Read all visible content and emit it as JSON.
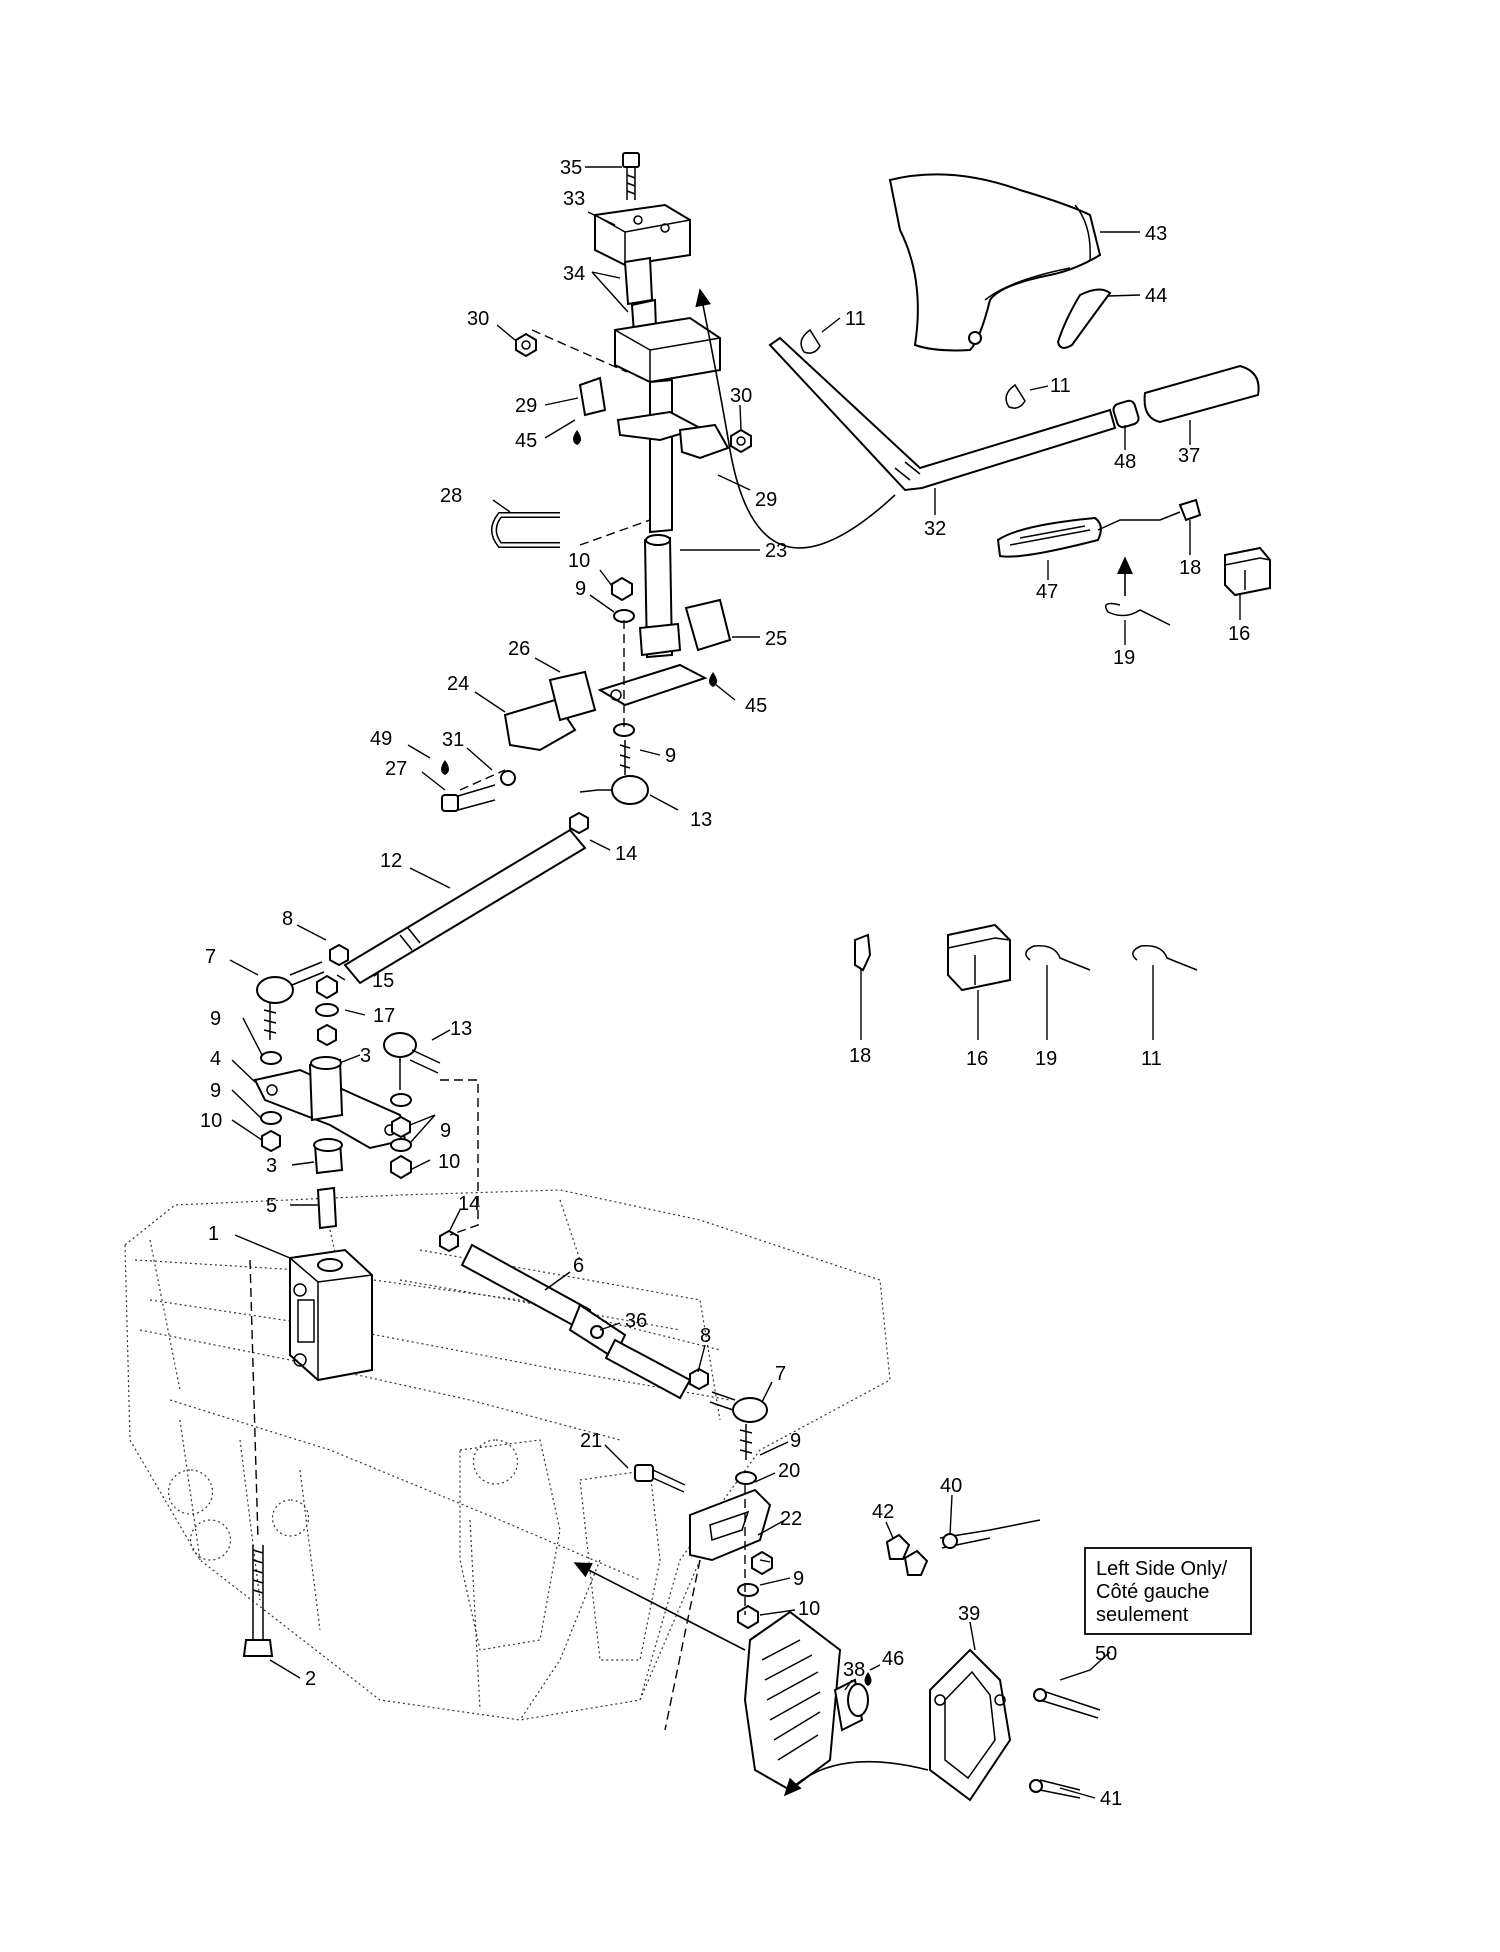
{
  "callouts": {
    "c35": "35",
    "c33": "33",
    "c34": "34",
    "c30a": "30",
    "c29a": "29",
    "c45a": "45",
    "c30b": "30",
    "c29b": "29",
    "c28": "28",
    "c23": "23",
    "c10a": "10",
    "c9a": "9",
    "c25": "25",
    "c26": "26",
    "c24": "24",
    "c45b": "45",
    "c49": "49",
    "c31": "31",
    "c9b": "9",
    "c27": "27",
    "c13a": "13",
    "c14a": "14",
    "c12": "12",
    "c8a": "8",
    "c7a": "7",
    "c15": "15",
    "c17": "17",
    "c9c": "9",
    "c13b": "13",
    "c3a": "3",
    "c4": "4",
    "c9d": "9",
    "c10b": "10",
    "c9e": "9",
    "c3b": "3",
    "c10c": "10",
    "c5": "5",
    "c14b": "14",
    "c1": "1",
    "c6": "6",
    "c36": "36",
    "c8b": "8",
    "c7b": "7",
    "c21": "21",
    "c9f": "9",
    "c20": "20",
    "c22": "22",
    "c9g": "9",
    "c10d": "10",
    "c40": "40",
    "c42": "42",
    "c39": "39",
    "c50": "50",
    "c38": "38",
    "c46": "46",
    "c41": "41",
    "c2": "2",
    "c43": "43",
    "c44": "44",
    "c11a": "11",
    "c11b": "11",
    "c37": "37",
    "c48": "48",
    "c32": "32",
    "c47": "47",
    "c18a": "18",
    "c16a": "16",
    "c19a": "19",
    "c18b": "18",
    "c16b": "16",
    "c19b": "19",
    "c11c": "11"
  },
  "note": {
    "line1": "Left Side Only/",
    "line2": "Côté gauche",
    "line3": "seulement"
  }
}
